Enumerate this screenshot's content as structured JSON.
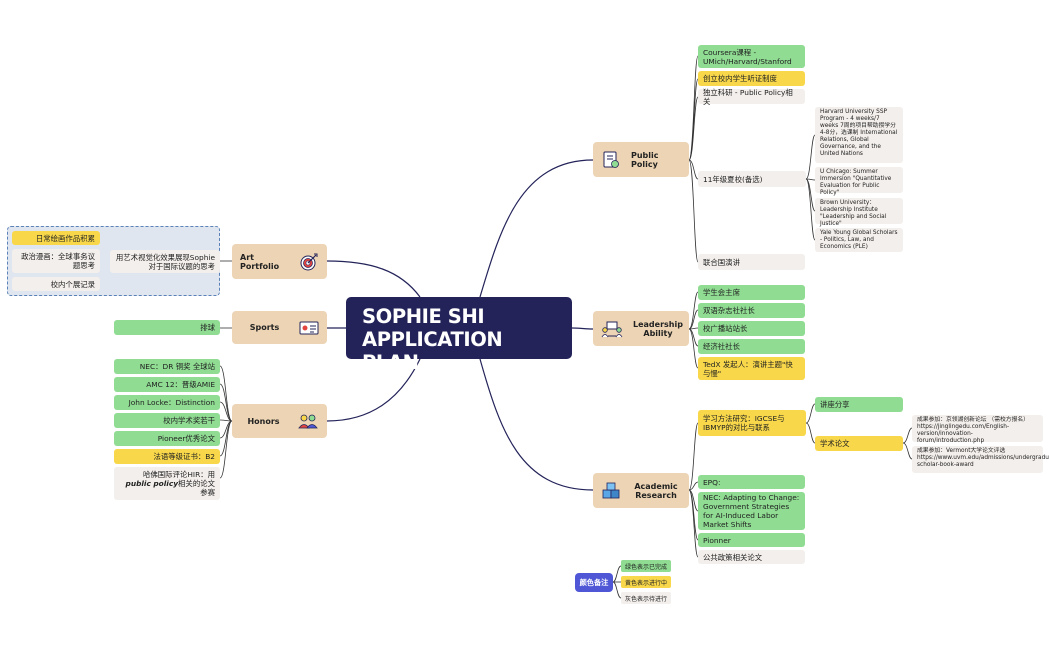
{
  "colors": {
    "done": "#8fdc92",
    "in_progress": "#f8d84a",
    "todo": "#f3efec",
    "category": "#ecd4b4",
    "center": "#23235a",
    "edge": "#23235a",
    "legend": "#4f57d6"
  },
  "center": {
    "line1": "SOPHIE SHI",
    "line2": "APPLICATION PLAN"
  },
  "public_policy": {
    "label": "Public Policy",
    "icon": "document-icon",
    "items": [
      "Coursera课程 - UMich/Harvard/Stanford",
      "创立校内学生听证制度",
      "独立科研 - Public Policy相关",
      "11年级夏校(备选)",
      "联合国演讲"
    ],
    "summer_schools": [
      "Harvard University SSP Program - 4 weeks/7 weeks 7周的项目帮助攒学分4-8分，选课制 International Relations, Global Governance, and the United Nations",
      "U Chicago: Summer Immersion \"Quantitative Evaluation for Public Policy\"",
      "Brown University：Leadership Institute \"Leadership and Social Justice\"",
      "Yale Young Global Scholars - Politics, Law, and Economics (PLE)"
    ]
  },
  "leadership": {
    "label": "Leadership Ability",
    "icon": "team-meeting-icon",
    "items": [
      "学生会主席",
      "双语杂志社社长",
      "校广播站站长",
      "经济社社长",
      "TedX 发起人：演讲主题\"快与慢\""
    ]
  },
  "academic": {
    "label": "Academic Research",
    "icon": "cubes-icon",
    "items": [
      "学习方法研究：IGCSE与IBMYP的对比与联系",
      "EPQ:",
      "NEC: Adapting to Change: Government Strategies for AI-Induced Labor Market Shifts",
      "Pionner",
      "公共政策相关论文"
    ],
    "sub": [
      "讲座分享",
      "学术论文"
    ],
    "papers": [
      "成果参加：京领湖创新论坛 （需校方报名）https://jinglingedu.com/English-version/innovation-forum/introduction.php",
      "成果参加：Vermont大学论文评选 https://www.uvm.edu/admissions/undergraduate/citizen-scholar-book-award"
    ]
  },
  "art": {
    "label": "Art Portfolio",
    "icon": "target-icon",
    "mid": "用艺术视觉化效果展现Sophie对于国际议题的思考",
    "items": [
      "日常绘画作品积累",
      "政治漫画：全球事务议题思考",
      "校内个展记录"
    ]
  },
  "sports": {
    "label": "Sports",
    "icon": "scoreboard-icon",
    "items": [
      "排球"
    ]
  },
  "honors": {
    "label": "Honors",
    "icon": "people-icon",
    "items": [
      "NEC：DR 铜奖 全球站",
      "AMC 12：晋级AMIE",
      "John Locke：Distinction",
      "校内学术奖若干",
      "Pioneer优秀论文",
      "法语等级证书：B2"
    ],
    "last_pre": "哈佛国际评论HIR：用",
    "last_em": "public policy",
    "last_post": "相关的论文参赛"
  },
  "legend": {
    "title": "颜色备注",
    "done": "绿色表示已完成",
    "in_progress": "黄色表示进行中",
    "todo": "灰色表示待进行"
  }
}
